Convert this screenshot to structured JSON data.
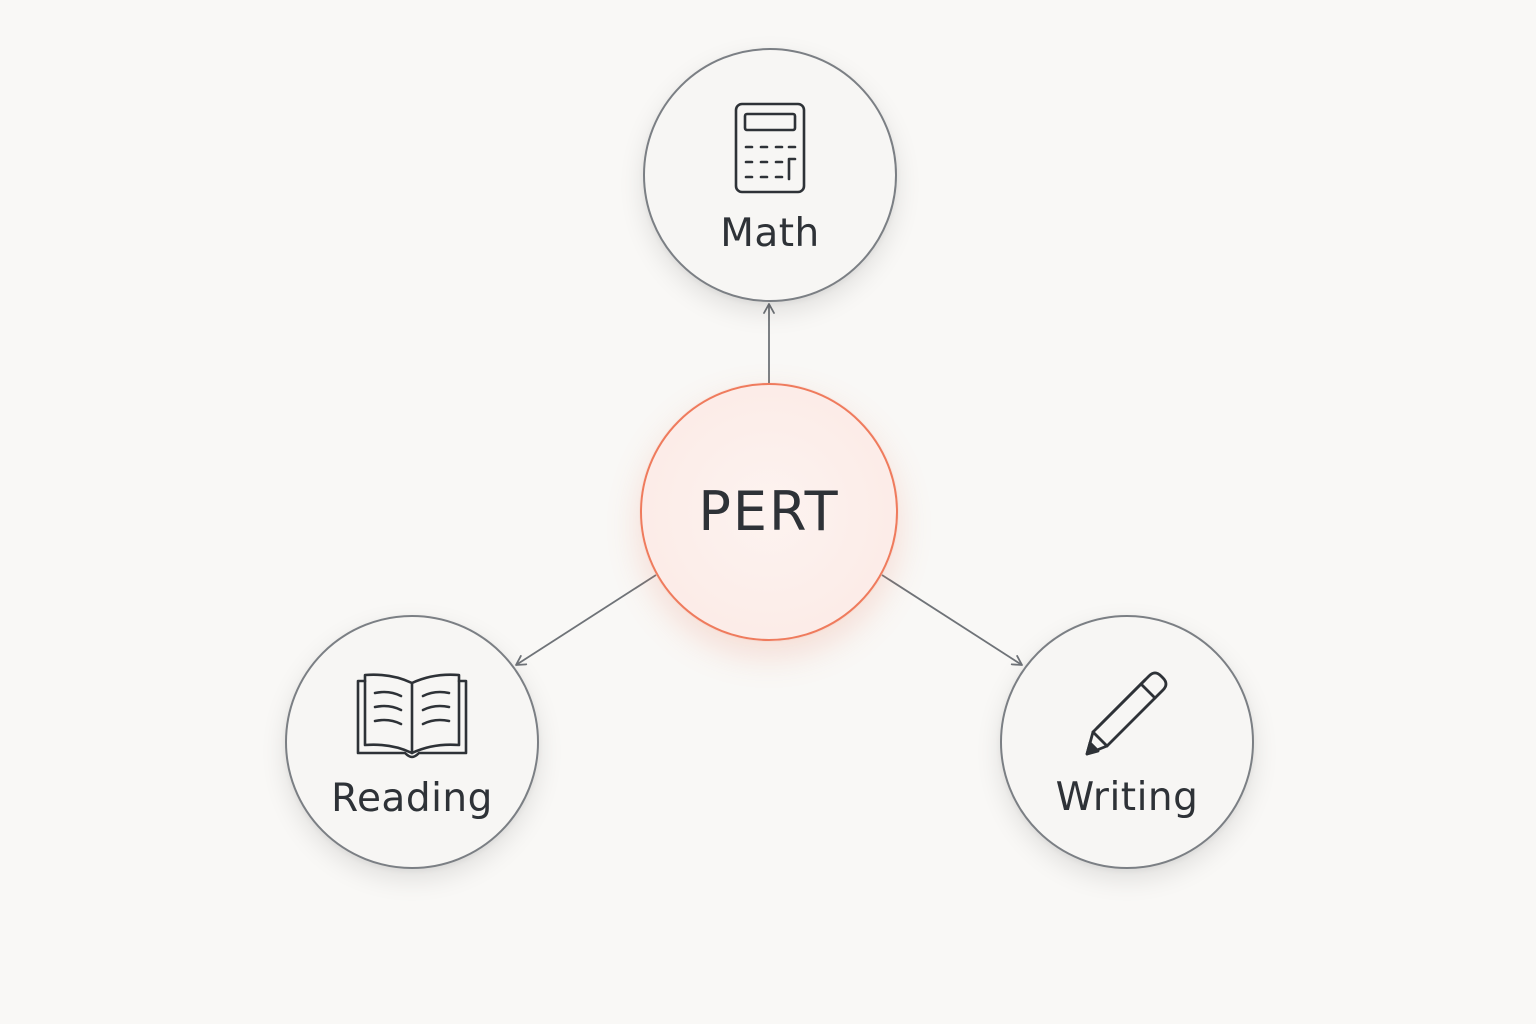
{
  "diagram": {
    "center": {
      "label": "PERT",
      "border_color": "#ef7b5d",
      "fill_color": "#fbeae5"
    },
    "children": [
      {
        "id": "math",
        "label": "Math",
        "icon": "calculator-icon"
      },
      {
        "id": "reading",
        "label": "Reading",
        "icon": "open-book-icon"
      },
      {
        "id": "writing",
        "label": "Writing",
        "icon": "pencil-icon"
      }
    ],
    "edges": [
      {
        "from": "PERT",
        "to": "Math"
      },
      {
        "from": "PERT",
        "to": "Reading"
      },
      {
        "from": "PERT",
        "to": "Writing"
      }
    ],
    "colors": {
      "background": "#f9f8f6",
      "node_border": "#7b7f84",
      "text": "#2e3237",
      "connector": "#6f7378"
    }
  }
}
